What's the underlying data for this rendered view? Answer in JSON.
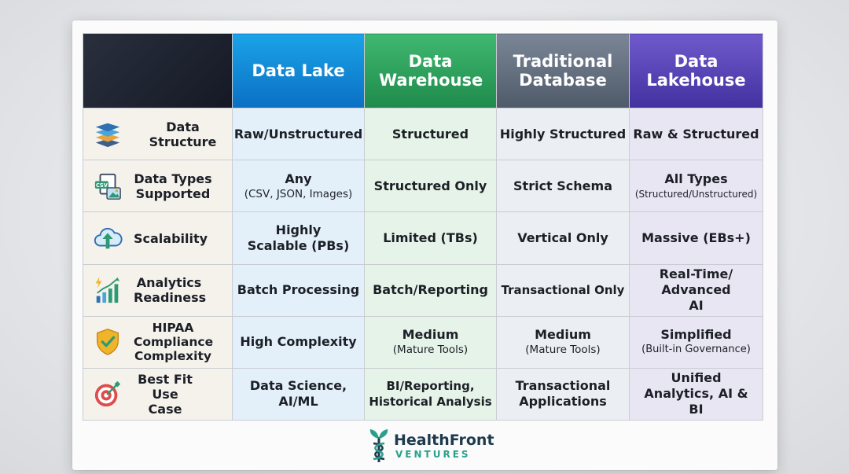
{
  "table": {
    "columns": [
      "Data Lake",
      "Data Warehouse",
      "Traditional Database",
      "Data Lakehouse"
    ],
    "rows": [
      {
        "label": "Data Structure",
        "icon": "layers-icon",
        "cells": [
          {
            "main": "Raw/Unstructured",
            "sub": ""
          },
          {
            "main": "Structured",
            "sub": ""
          },
          {
            "main": "Highly Structured",
            "sub": ""
          },
          {
            "main": "Raw & Structured",
            "sub": ""
          }
        ]
      },
      {
        "label": "Data Types Supported",
        "icon": "csv-file-image-icon",
        "cells": [
          {
            "main": "Any",
            "sub": "(CSV, JSON, Images)"
          },
          {
            "main": "Structured Only",
            "sub": ""
          },
          {
            "main": "Strict Schema",
            "sub": ""
          },
          {
            "main": "All Types",
            "sub": "(Structured/Unstructured)"
          }
        ]
      },
      {
        "label": "Scalability",
        "icon": "cloud-upload-icon",
        "cells": [
          {
            "main": "Highly Scalable (PBs)",
            "sub": ""
          },
          {
            "main": "Limited (TBs)",
            "sub": ""
          },
          {
            "main": "Vertical Only",
            "sub": ""
          },
          {
            "main": "Massive (EBs+)",
            "sub": ""
          }
        ]
      },
      {
        "label": "Analytics Readiness",
        "icon": "bar-chart-bolt-icon",
        "cells": [
          {
            "main": "Batch Processing",
            "sub": ""
          },
          {
            "main": "Batch/Reporting",
            "sub": ""
          },
          {
            "main": "Transactional Only",
            "sub": ""
          },
          {
            "main": "Real-Time/ Advanced AI",
            "sub": ""
          }
        ]
      },
      {
        "label": "HIPAA Compliance Complexity",
        "icon": "shield-check-icon",
        "cells": [
          {
            "main": "High Complexity",
            "sub": ""
          },
          {
            "main": "Medium",
            "sub": "(Mature Tools)"
          },
          {
            "main": "Medium",
            "sub": "(Mature Tools)"
          },
          {
            "main": "Simplified",
            "sub": "(Built-in Governance)"
          }
        ]
      },
      {
        "label": "Best Fit Use Case",
        "icon": "target-arrow-icon",
        "cells": [
          {
            "main": "Data Science, AI/ML",
            "sub": ""
          },
          {
            "main": "BI/Reporting, Historical Analysis",
            "sub": ""
          },
          {
            "main": "Transactional Applications",
            "sub": ""
          },
          {
            "main": "Unified Analytics, AI & BI",
            "sub": ""
          }
        ]
      }
    ]
  },
  "logo": {
    "name": "HealthFront",
    "tagline": "VENTURES"
  },
  "colors": {
    "data_lake": "#0b8fd8",
    "data_warehouse": "#2ea55e",
    "traditional_database": "#66717f",
    "data_lakehouse": "#5541b6",
    "corner": "#1c2030",
    "brand_teal": "#2aa08c",
    "brand_navy": "#1e3a4c"
  }
}
